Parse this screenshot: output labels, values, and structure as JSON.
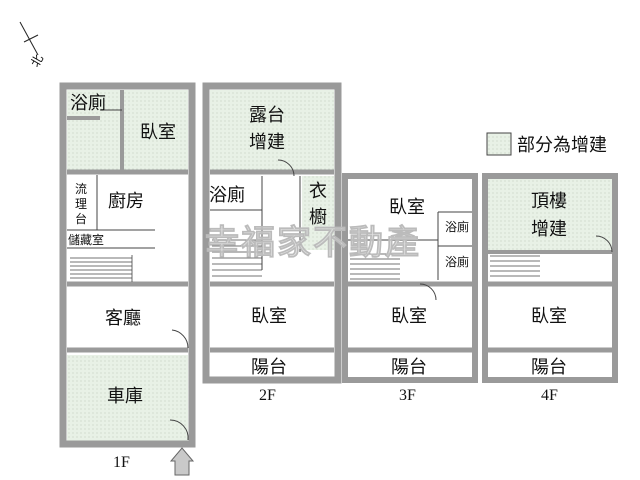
{
  "compass": {
    "label": "北"
  },
  "legend": {
    "label": "部分為增建",
    "color": "#e8f1e6"
  },
  "watermark": {
    "text": "幸福家不動產"
  },
  "colors": {
    "wall": "#9a9a9a",
    "wall_dark": "#6e6e6e",
    "green": "#e8f1e6",
    "line": "#333333"
  },
  "floors": [
    {
      "label": "1F",
      "rooms": [
        "浴廁",
        "臥室",
        "流",
        "理",
        "台",
        "廚房",
        "儲藏室",
        "客廳",
        "車庫"
      ]
    },
    {
      "label": "2F",
      "rooms": [
        "露台",
        "增建",
        "浴廁",
        "衣",
        "櫥",
        "臥室",
        "陽台"
      ]
    },
    {
      "label": "3F",
      "rooms": [
        "臥室",
        "浴廁",
        "浴廁",
        "臥室",
        "陽台"
      ]
    },
    {
      "label": "4F",
      "rooms": [
        "頂樓",
        "增建",
        "臥室",
        "陽台"
      ]
    }
  ]
}
